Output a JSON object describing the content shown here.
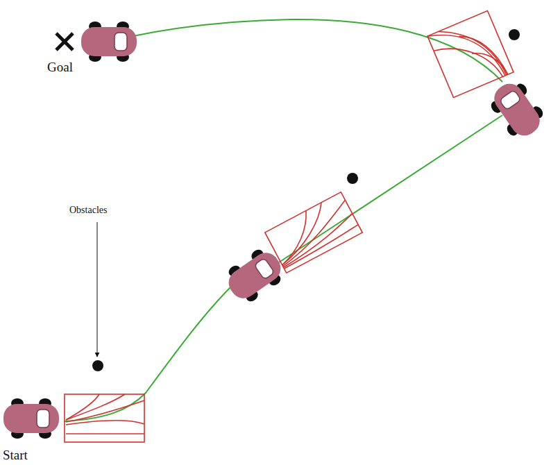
{
  "diagram": {
    "labels": [
      "Goal",
      "Obstacles",
      "Start"
    ]
  }
}
